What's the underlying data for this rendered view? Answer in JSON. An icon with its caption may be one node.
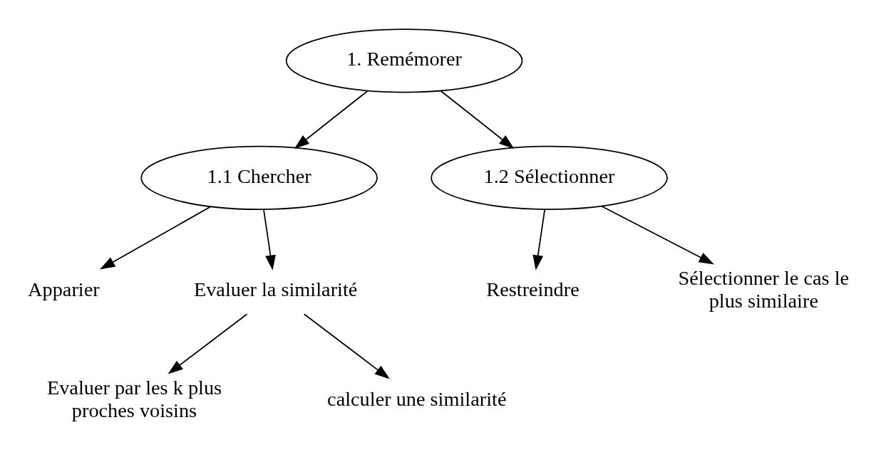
{
  "diagram": {
    "nodes": [
      {
        "text": [
          "1. Remémorer"
        ]
      },
      {
        "text": [
          "1.1 Chercher"
        ]
      },
      {
        "text": [
          "1.2 Sélectionner"
        ]
      },
      {
        "text": [
          "Apparier"
        ]
      },
      {
        "text": [
          "Evaluer la similarité"
        ]
      },
      {
        "text": [
          "Restreindre"
        ]
      },
      {
        "text": [
          "Sélectionner le cas le plus similaire"
        ]
      },
      {
        "text": [
          "Evaluer par les k plus proches voisins"
        ]
      },
      {
        "text": [
          "calculer une similarité"
        ]
      }
    ],
    "edges": [
      {
        "from": 0,
        "to": 1,
        "arrow": "to"
      },
      {
        "from": 0,
        "to": 2,
        "arrow": "to"
      },
      {
        "from": 1,
        "to": 3,
        "arrow": "to"
      },
      {
        "from": 1,
        "to": 4,
        "arrow": "to"
      },
      {
        "from": 2,
        "to": 5,
        "arrow": "to"
      },
      {
        "from": 2,
        "to": 6,
        "arrow": "to"
      },
      {
        "from": 4,
        "to": 7,
        "arrow": "to"
      },
      {
        "from": 4,
        "to": 8,
        "arrow": "to"
      }
    ]
  }
}
